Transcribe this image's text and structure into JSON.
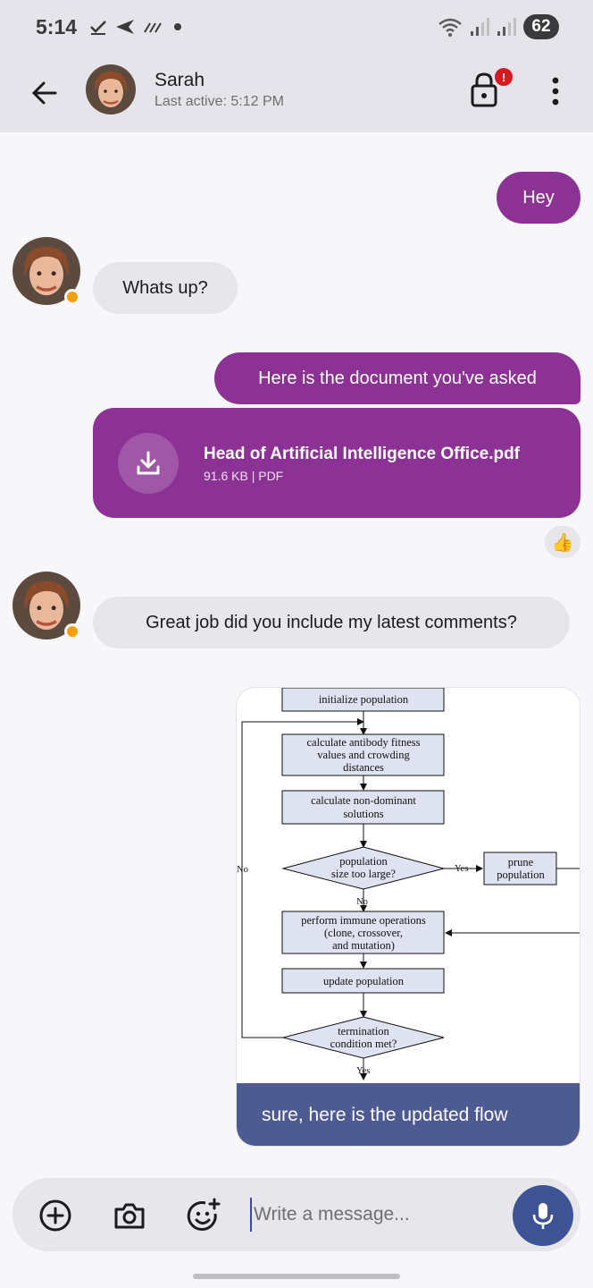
{
  "status_bar": {
    "time": "5:14",
    "battery": "62"
  },
  "header": {
    "contact_name": "Sarah",
    "last_active": "Last active: 5:12 PM",
    "lock_badge": "!",
    "icons": [
      "back-arrow-icon",
      "lock-icon",
      "more-vertical-icon"
    ]
  },
  "messages": [
    {
      "direction": "out",
      "text": "Hey"
    },
    {
      "direction": "in",
      "text": "Whats up?"
    },
    {
      "direction": "out",
      "text": "Here is the document you've asked"
    },
    {
      "direction": "out",
      "type": "file",
      "file_name": "Head of Artificial Intelligence Office.pdf",
      "file_meta": "91.6 KB | PDF",
      "reaction": "👍"
    },
    {
      "direction": "in",
      "text": "Great job did you include my latest comments?"
    },
    {
      "direction": "out",
      "type": "image",
      "caption": "sure, here is the updated flow",
      "flowchart": {
        "nodes": {
          "init": "initialize population",
          "fitness_1": "calculate antibody fitness",
          "fitness_2": "values and crowding",
          "fitness_3": "distances",
          "nondom_1": "calculate non-dominant",
          "nondom_2": "solutions",
          "size_1": "population",
          "size_2": "size too large?",
          "prune_1": "prune",
          "prune_2": "population",
          "immune_1": "perform immune operations",
          "immune_2": "(clone, crossover,",
          "immune_3": "and mutation)",
          "update": "update population",
          "term_1": "termination",
          "term_2": "condition met?"
        },
        "labels": {
          "yes": "Yes",
          "no": "No"
        }
      }
    }
  ],
  "composer": {
    "placeholder": "Write a message...",
    "icons": [
      "add-circle-icon",
      "camera-icon",
      "emoji-add-icon",
      "microphone-icon"
    ]
  },
  "colors": {
    "outgoing_bubble": "#8d3295",
    "incoming_bubble": "#e6e6eb",
    "caption_bar": "#4e5a92",
    "mic_button": "#3d5393",
    "presence_dot": "#f59e0b",
    "alert_badge": "#d71920"
  }
}
